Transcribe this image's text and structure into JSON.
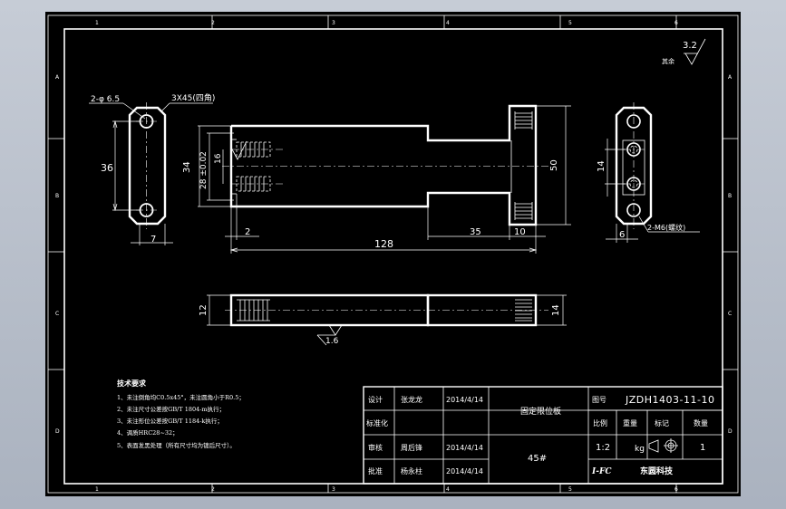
{
  "frame": {
    "top_numbers": [
      "1",
      "2",
      "3",
      "4",
      "5",
      "6"
    ],
    "bottom_numbers": [
      "1",
      "2",
      "3",
      "4",
      "5",
      "6"
    ],
    "left_letters": [
      "A",
      "B",
      "C",
      "D"
    ],
    "right_letters": [
      "A",
      "B",
      "C",
      "D"
    ]
  },
  "surface_finish": {
    "value": "3.2",
    "label": "其余"
  },
  "left_view": {
    "hole_label": "2-φ 6.5",
    "chamfer_label": "3X45(四角)",
    "height_dim": "36",
    "width_dim": "7"
  },
  "front_view": {
    "dim_34": "34",
    "dim_28": "28 ±0.02",
    "dim_16": "16",
    "dim_50": "50",
    "dim_2": "2",
    "dim_128": "128",
    "dim_35": "35",
    "dim_10": "10"
  },
  "right_view": {
    "dim_14": "14",
    "dim_6": "6",
    "thread_label": "2-M6(螺纹)"
  },
  "top_view": {
    "dim_12": "12",
    "dim_14": "14",
    "roughness": "1.6"
  },
  "technical_requirements": {
    "title": "技术要求",
    "items": [
      "1、未注倒角均C0.5x45°，未注圆角小于R0.5；",
      "2、未注尺寸公差按GB/T 1804-m执行；",
      "3、未注形位公差按GB/T 1184-k执行；",
      "4、调质HRC28~32；",
      "5、表面发黑处理（所有尺寸均为镀后尺寸）。"
    ]
  },
  "title_block": {
    "design_label": "设计",
    "design_name": "张龙龙",
    "design_date": "2014/4/14",
    "standard_label": "标准化",
    "review_label": "审核",
    "review_name": "周后锋",
    "review_date": "2014/4/14",
    "approve_label": "批准",
    "approve_name": "杨永柱",
    "approve_date": "2014/4/14",
    "part_name": "固定限位板",
    "material": "45#",
    "drawing_no_label": "图号",
    "drawing_no": "JZDH1403-11-10",
    "scale_label": "比例",
    "weight_label": "重量",
    "mark_label": "标记",
    "qty_label": "数量",
    "scale": "1:2",
    "weight_unit": "kg",
    "qty": "1",
    "company_logo": "I-FC",
    "company_name": "东圆科技"
  }
}
